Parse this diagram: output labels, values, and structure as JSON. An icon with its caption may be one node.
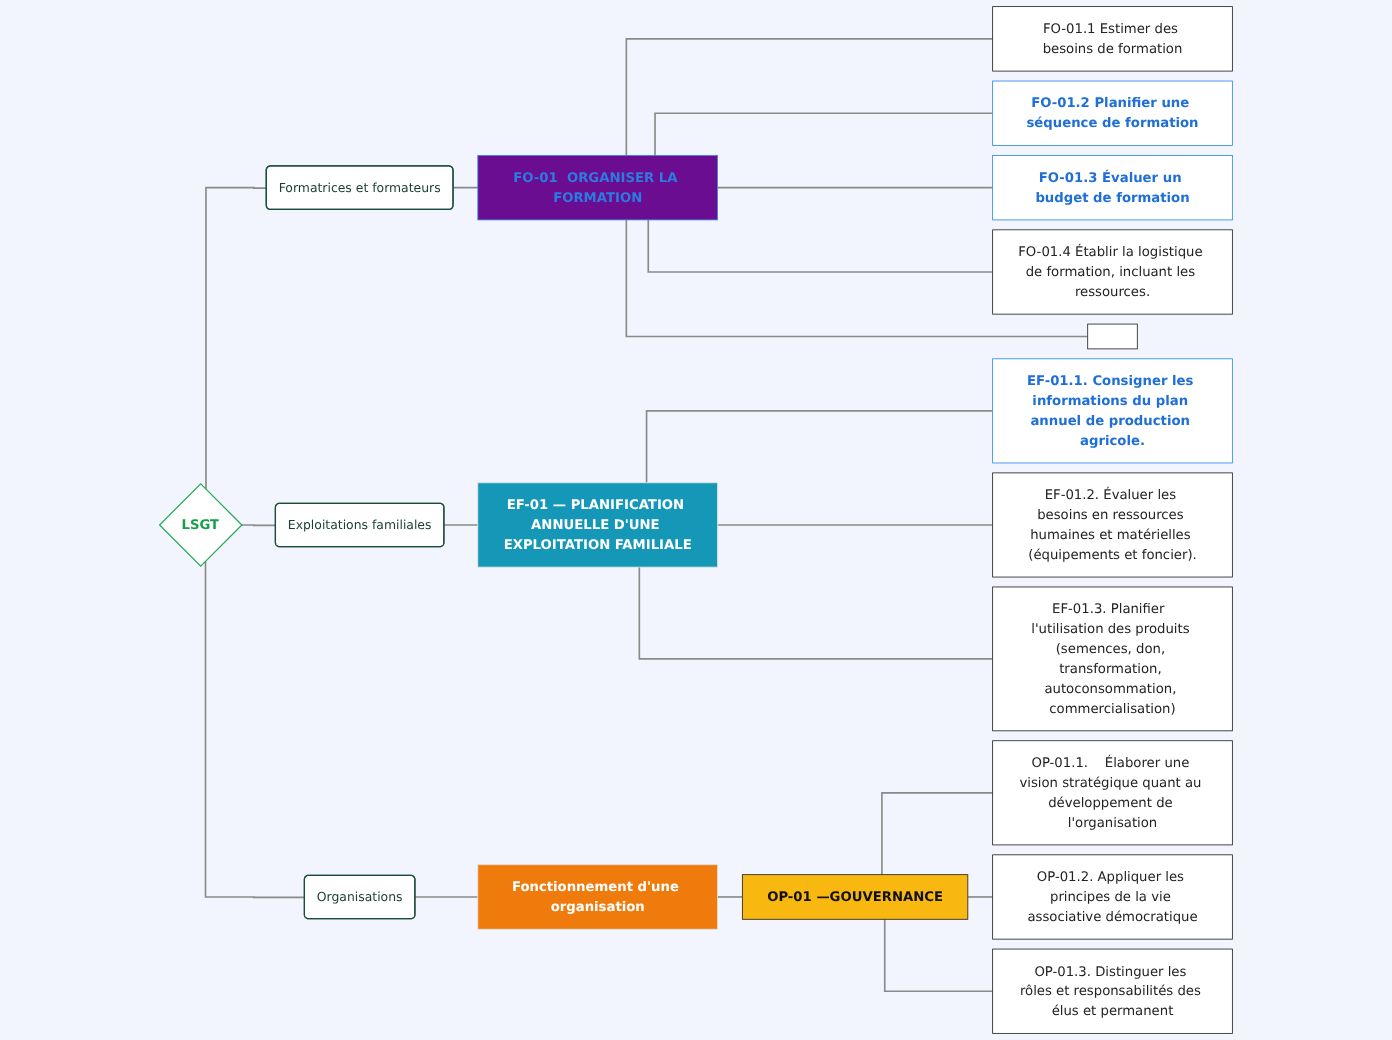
{
  "diagram": {
    "nodes": [
      {
        "text": [
          "LSGT"
        ]
      },
      {
        "text": [
          "Formatrices et formateurs"
        ]
      },
      {
        "text": [
          "FO-01  ORGANISER LA FORMATION"
        ]
      },
      {
        "text": [
          "FO-01.1 Estimer des besoins de formation"
        ]
      },
      {
        "text": [
          "FO-01.2 Planifier une séquence de formation"
        ]
      },
      {
        "text": [
          "FO-01.3 Évaluer un budget de formation"
        ]
      },
      {
        "text": [
          "FO-01.4 Établir la logistique de formation, incluant les ressources."
        ]
      },
      {
        "text": [],
        "shape": "box"
      },
      {
        "text": [
          "Exploitations familiales"
        ]
      },
      {
        "text": [
          "EF-01 — PLANIFICATION ANNUELLE D'UNE EXPLOITATION FAMILIALE"
        ]
      },
      {
        "text": [
          "EF-01.1. Consigner les informations du plan annuel de production agricole."
        ]
      },
      {
        "text": [
          "EF-01.2. Évaluer les besoins en ressources humaines et matérielles (équipements et foncier)."
        ]
      },
      {
        "text": [
          "EF-01.3. Planifier  l'utilisation des produits (semences, don, transformation, autoconsommation, commercialisation)"
        ]
      },
      {
        "text": [
          "Organisations"
        ]
      },
      {
        "text": [
          "Fonctionnement d'une organisation"
        ]
      },
      {
        "text": [
          "OP-01 —GOUVERNANCE"
        ]
      },
      {
        "text": [
          "OP-01.1.    Élaborer une vision stratégique quant au développement de l'organisation"
        ]
      },
      {
        "text": [
          "OP-01.2. Appliquer les principes de la vie associative démocratique"
        ]
      },
      {
        "text": [
          "OP-01.3. Distinguer les rôles et responsabilités des élus et permanent"
        ]
      }
    ],
    "edges": [
      {
        "from": 0,
        "to": 1,
        "arrow": "none"
      },
      {
        "from": 1,
        "to": 2,
        "arrow": "none"
      },
      {
        "from": 2,
        "to": 3,
        "arrow": "none"
      },
      {
        "from": 2,
        "to": 4,
        "arrow": "none"
      },
      {
        "from": 2,
        "to": 5,
        "arrow": "none"
      },
      {
        "from": 2,
        "to": 6,
        "arrow": "none"
      },
      {
        "from": 2,
        "to": 7,
        "arrow": "none"
      },
      {
        "from": 0,
        "to": 8,
        "arrow": "none"
      },
      {
        "from": 8,
        "to": 9,
        "arrow": "none"
      },
      {
        "from": 9,
        "to": 10,
        "arrow": "none"
      },
      {
        "from": 9,
        "to": 11,
        "arrow": "none"
      },
      {
        "from": 9,
        "to": 12,
        "arrow": "none"
      },
      {
        "from": 0,
        "to": 13,
        "arrow": "none"
      },
      {
        "from": 13,
        "to": 14,
        "arrow": "none"
      },
      {
        "from": 14,
        "to": 15,
        "arrow": "none"
      },
      {
        "from": 15,
        "to": 16,
        "arrow": "none"
      },
      {
        "from": 15,
        "to": 17,
        "arrow": "none"
      },
      {
        "from": 15,
        "to": 18,
        "arrow": "none"
      }
    ]
  }
}
